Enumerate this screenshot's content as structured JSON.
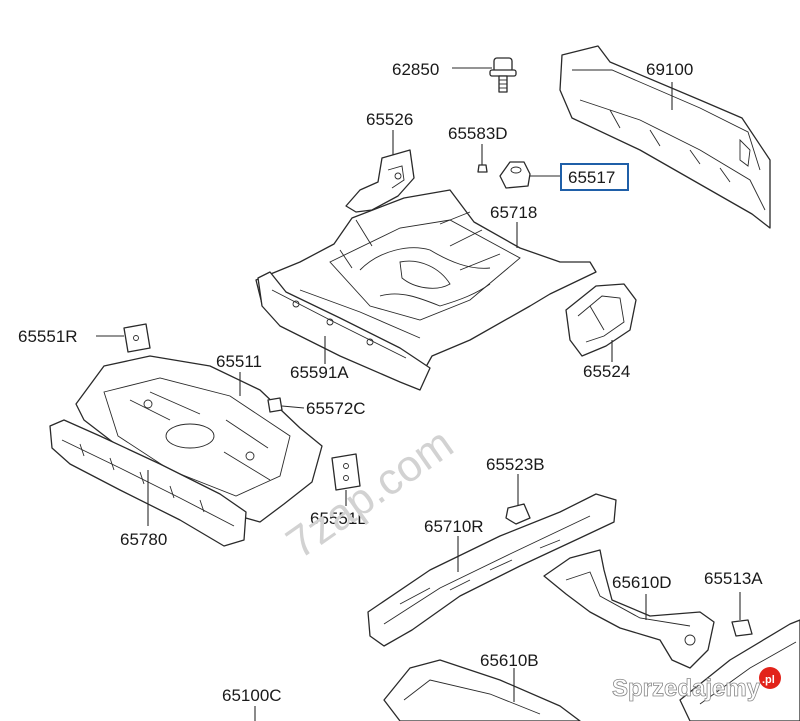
{
  "watermark": "7zap.com",
  "brand": {
    "text": "Sprzedajemy",
    "suffix": ".pl",
    "accent": "#e2231a"
  },
  "labels": {
    "p62850": "62850",
    "p69100": "69100",
    "p65526": "65526",
    "p65583D": "65583D",
    "p65517": "65517",
    "p65718": "65718",
    "p65551R": "65551R",
    "p65511": "65511",
    "p65591A": "65591A",
    "p65524": "65524",
    "p65572C": "65572C",
    "p65523B": "65523B",
    "p65551L": "65551L",
    "p65780": "65780",
    "p65710R": "65710R",
    "p65610D": "65610D",
    "p65513A": "65513A",
    "p65610B": "65610B",
    "p65100C": "65100C"
  },
  "highlight": {
    "part": "65517",
    "color": "#1f5fa8"
  }
}
